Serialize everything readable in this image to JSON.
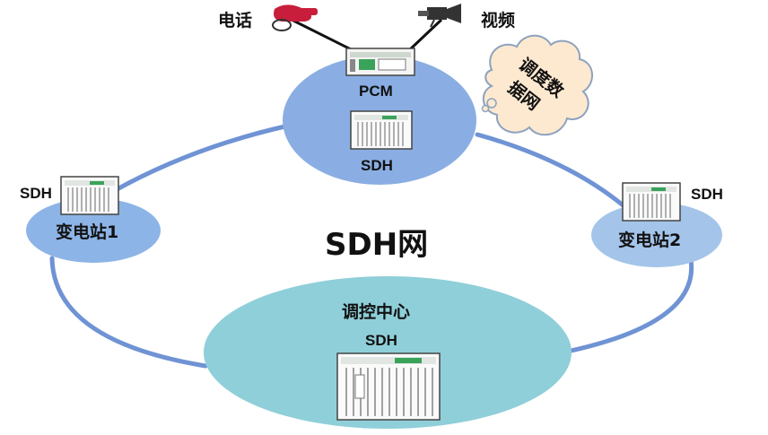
{
  "top_node": {
    "phone_label": "电话",
    "video_label": "视频",
    "pcm_label": "PCM",
    "sdh_label": "SDH"
  },
  "cloud": {
    "line1": "调度数",
    "line2": "据网"
  },
  "left_node": {
    "sdh_label": "SDH",
    "name": "变电站1"
  },
  "right_node": {
    "sdh_label": "SDH",
    "name": "变电站2"
  },
  "center": {
    "title": "SDH网"
  },
  "bottom_node": {
    "name": "调控中心",
    "sdh_label": "SDH"
  },
  "colors": {
    "ring_line": "#6f93d4",
    "node_fill_top": "#8aaee3",
    "node_fill_left": "#8db4e6",
    "node_fill_right": "#a4c4ea",
    "node_fill_bottom": "#8fcfd9",
    "cloud_fill": "#fde9cf",
    "cloud_stroke": "#8ea2bf"
  }
}
